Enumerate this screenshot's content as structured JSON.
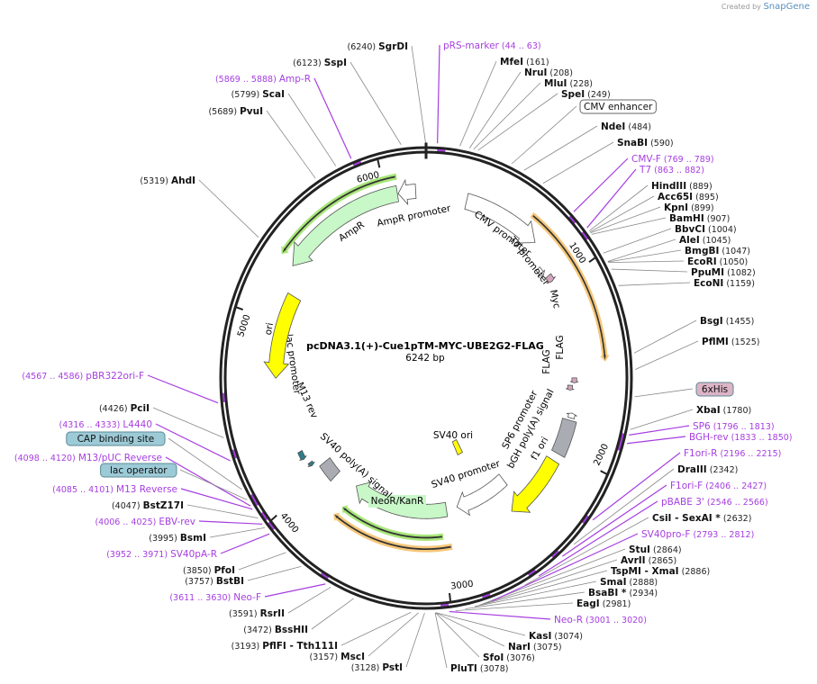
{
  "credit": {
    "prefix": "Created by",
    "brand": "SnapGene"
  },
  "plasmid": {
    "name": "pcDNA3.1(+)-Cue1pTM-MYC-UBE2G2-FLAG",
    "length_label": "6242 bp",
    "length": 6242
  },
  "ticks": [
    "1000",
    "2000",
    "3000",
    "4000",
    "5000",
    "6000"
  ],
  "colors": {
    "enzyme": "#111111",
    "primer": "#a63ee0",
    "ring": "#222222",
    "orange_orf": "#f5c77a",
    "green_orf": "#a8e67a"
  },
  "labels": [
    {
      "name": "SgrDI",
      "loc": "(6240)",
      "bp": 6240,
      "kind": "enzyme"
    },
    {
      "name": "SspI",
      "loc": "(6123)",
      "bp": 6123,
      "kind": "enzyme"
    },
    {
      "name": "Amp-R",
      "loc": "(5869 .. 5888)",
      "bp": 5878,
      "kind": "primer"
    },
    {
      "name": "ScaI",
      "loc": "(5799)",
      "bp": 5799,
      "kind": "enzyme"
    },
    {
      "name": "PvuI",
      "loc": "(5689)",
      "bp": 5689,
      "kind": "enzyme"
    },
    {
      "name": "AhdI",
      "loc": "(5319)",
      "bp": 5319,
      "kind": "enzyme"
    },
    {
      "name": "pBR322ori-F",
      "loc": "(4567 .. 4586)",
      "bp": 4576,
      "kind": "primer"
    },
    {
      "name": "PciI",
      "loc": "(4426)",
      "bp": 4426,
      "kind": "enzyme"
    },
    {
      "name": "L4440",
      "loc": "(4316 .. 4333)",
      "bp": 4324,
      "kind": "primer"
    },
    {
      "name": "CAP binding site",
      "loc": "",
      "bp": 4190,
      "kind": "feature",
      "color": "#9ccad6"
    },
    {
      "name": "M13/pUC Reverse",
      "loc": "(4098 .. 4120)",
      "bp": 4109,
      "kind": "primer"
    },
    {
      "name": "lac operator",
      "loc": "",
      "bp": 4140,
      "kind": "feature",
      "color": "#9ccad6"
    },
    {
      "name": "M13 Reverse",
      "loc": "(4085 .. 4101)",
      "bp": 4093,
      "kind": "primer"
    },
    {
      "name": "BstZ17I",
      "loc": "(4047)",
      "bp": 4047,
      "kind": "enzyme"
    },
    {
      "name": "EBV-rev",
      "loc": "(4006 .. 4025)",
      "bp": 4015,
      "kind": "primer"
    },
    {
      "name": "BsmI",
      "loc": "(3995)",
      "bp": 3995,
      "kind": "enzyme"
    },
    {
      "name": "SV40pA-R",
      "loc": "(3952 .. 3971)",
      "bp": 3961,
      "kind": "primer"
    },
    {
      "name": "PfoI",
      "loc": "(3850)",
      "bp": 3850,
      "kind": "enzyme"
    },
    {
      "name": "BstBI",
      "loc": "(3757)",
      "bp": 3757,
      "kind": "enzyme"
    },
    {
      "name": "Neo-F",
      "loc": "(3611 .. 3630)",
      "bp": 3620,
      "kind": "primer"
    },
    {
      "name": "RsrII",
      "loc": "(3591)",
      "bp": 3591,
      "kind": "enzyme"
    },
    {
      "name": "BssHII",
      "loc": "(3472)",
      "bp": 3472,
      "kind": "enzyme"
    },
    {
      "name": "PflFI  - Tth111I",
      "loc": "(3193)",
      "bp": 3193,
      "kind": "enzyme"
    },
    {
      "name": "MscI",
      "loc": "(3157)",
      "bp": 3157,
      "kind": "enzyme"
    },
    {
      "name": "PstI",
      "loc": "(3128)",
      "bp": 3128,
      "kind": "enzyme"
    },
    {
      "name": "PluTI",
      "loc": "(3078)",
      "bp": 3078,
      "kind": "enzyme"
    },
    {
      "name": "SfoI",
      "loc": "(3076)",
      "bp": 3076,
      "kind": "enzyme"
    },
    {
      "name": "NarI",
      "loc": "(3075)",
      "bp": 3075,
      "kind": "enzyme"
    },
    {
      "name": "KasI",
      "loc": "(3074)",
      "bp": 3074,
      "kind": "enzyme"
    },
    {
      "name": "Neo-R",
      "loc": "(3001 .. 3020)",
      "bp": 3010,
      "kind": "primer"
    },
    {
      "name": "EagI",
      "loc": "(2981)",
      "bp": 2981,
      "kind": "enzyme"
    },
    {
      "name": "BsaBI *",
      "loc": "(2934)",
      "bp": 2934,
      "kind": "enzyme"
    },
    {
      "name": "SmaI",
      "loc": "(2888)",
      "bp": 2888,
      "kind": "enzyme"
    },
    {
      "name": "TspMI  - XmaI",
      "loc": "(2886)",
      "bp": 2886,
      "kind": "enzyme"
    },
    {
      "name": "AvrII",
      "loc": "(2865)",
      "bp": 2865,
      "kind": "enzyme"
    },
    {
      "name": "StuI",
      "loc": "(2864)",
      "bp": 2864,
      "kind": "enzyme"
    },
    {
      "name": "SV40pro-F",
      "loc": "(2793 .. 2812)",
      "bp": 2802,
      "kind": "primer"
    },
    {
      "name": "CsiI  - SexAI *",
      "loc": "(2632)",
      "bp": 2632,
      "kind": "enzyme"
    },
    {
      "name": "pBABE 3'",
      "loc": "(2546 .. 2566)",
      "bp": 2556,
      "kind": "primer"
    },
    {
      "name": "F1ori-F",
      "loc": "(2406 .. 2427)",
      "bp": 2416,
      "kind": "primer"
    },
    {
      "name": "DraIII",
      "loc": "(2342)",
      "bp": 2342,
      "kind": "enzyme"
    },
    {
      "name": "F1ori-R",
      "loc": "(2196 .. 2215)",
      "bp": 2205,
      "kind": "primer"
    },
    {
      "name": "BGH-rev",
      "loc": "(1833 .. 1850)",
      "bp": 1841,
      "kind": "primer"
    },
    {
      "name": "SP6",
      "loc": "(1796 .. 1813)",
      "bp": 1804,
      "kind": "primer"
    },
    {
      "name": "XbaI",
      "loc": "(1780)",
      "bp": 1780,
      "kind": "enzyme"
    },
    {
      "name": "6xHis",
      "loc": "",
      "bp": 1640,
      "kind": "feature",
      "color": "#dcb4c6"
    },
    {
      "name": "PflMI",
      "loc": "(1525)",
      "bp": 1525,
      "kind": "enzyme"
    },
    {
      "name": "BsgI",
      "loc": "(1455)",
      "bp": 1455,
      "kind": "enzyme"
    },
    {
      "name": "EcoNI",
      "loc": "(1159)",
      "bp": 1159,
      "kind": "enzyme"
    },
    {
      "name": "PpuMI",
      "loc": "(1082)",
      "bp": 1082,
      "kind": "enzyme"
    },
    {
      "name": "EcoRI",
      "loc": "(1050)",
      "bp": 1050,
      "kind": "enzyme"
    },
    {
      "name": "BmgBI",
      "loc": "(1047)",
      "bp": 1047,
      "kind": "enzyme"
    },
    {
      "name": "AleI",
      "loc": "(1045)",
      "bp": 1045,
      "kind": "enzyme"
    },
    {
      "name": "BbvCI",
      "loc": "(1004)",
      "bp": 1004,
      "kind": "enzyme"
    },
    {
      "name": "BamHI",
      "loc": "(907)",
      "bp": 907,
      "kind": "enzyme"
    },
    {
      "name": "KpnI",
      "loc": "(899)",
      "bp": 899,
      "kind": "enzyme"
    },
    {
      "name": "Acc65I",
      "loc": "(895)",
      "bp": 895,
      "kind": "enzyme"
    },
    {
      "name": "HindIII",
      "loc": "(889)",
      "bp": 889,
      "kind": "enzyme"
    },
    {
      "name": "T7",
      "loc": "(863 .. 882)",
      "bp": 872,
      "kind": "primer"
    },
    {
      "name": "CMV-F",
      "loc": "(769 .. 789)",
      "bp": 779,
      "kind": "primer"
    },
    {
      "name": "SnaBI",
      "loc": "(590)",
      "bp": 590,
      "kind": "enzyme"
    },
    {
      "name": "NdeI",
      "loc": "(484)",
      "bp": 484,
      "kind": "enzyme"
    },
    {
      "name": "CMV enhancer",
      "loc": "",
      "bp": 420,
      "kind": "feature",
      "color": "#ffffff"
    },
    {
      "name": "SpeI",
      "loc": "(249)",
      "bp": 249,
      "kind": "enzyme"
    },
    {
      "name": "MluI",
      "loc": "(228)",
      "bp": 228,
      "kind": "enzyme"
    },
    {
      "name": "NruI",
      "loc": "(208)",
      "bp": 208,
      "kind": "enzyme"
    },
    {
      "name": "MfeI",
      "loc": "(161)",
      "bp": 161,
      "kind": "enzyme"
    },
    {
      "name": "pRS-marker",
      "loc": "(44 .. 63)",
      "bp": 54,
      "kind": "primer"
    }
  ],
  "features": [
    {
      "name": "CMV promoter",
      "start": 250,
      "end": 730,
      "dir": 1,
      "color": "#ffffff"
    },
    {
      "name": "T7 promoter",
      "start": 850,
      "end": 905,
      "dir": 1,
      "color": "#ffffff"
    },
    {
      "name": "Myc",
      "start": 925,
      "end": 965,
      "dir": 1,
      "color": "#d4a5bd"
    },
    {
      "name": "FLAG",
      "start": 1560,
      "end": 1590,
      "dir": 1,
      "color": "#d4a5bd"
    },
    {
      "name": "FLAG",
      "start": 1605,
      "end": 1635,
      "dir": 1,
      "color": "#d4a5bd"
    },
    {
      "name": "SP6 promoter",
      "start": 1770,
      "end": 1800,
      "dir": -1,
      "color": "#ffffff"
    },
    {
      "name": "bGH poly(A) signal",
      "start": 1815,
      "end": 2030,
      "dir": 0,
      "color": "#a9adb3"
    },
    {
      "name": "f1 ori",
      "start": 2080,
      "end": 2500,
      "dir": 1,
      "color": "#ffff00"
    },
    {
      "name": "SV40 promoter",
      "start": 2420,
      "end": 2860,
      "dir": 1,
      "color": "#ffffff"
    },
    {
      "name": "SV40 ori",
      "start": 2620,
      "end": 2690,
      "dir": 0,
      "color": "#ffff00"
    },
    {
      "name": "NeoR/KanR",
      "start": 2950,
      "end": 3745,
      "dir": 1,
      "color": "#c8f7c8"
    },
    {
      "name": "SV40 poly(A) signal",
      "start": 3920,
      "end": 4050,
      "dir": 0,
      "color": "#a9adb3"
    },
    {
      "name": "M13 rev",
      "start": 4085,
      "end": 4110,
      "dir": -1,
      "color": "#2d7d8a"
    },
    {
      "name": "lac promoter",
      "start": 4150,
      "end": 4205,
      "dir": -1,
      "color": "#2d7d8a"
    },
    {
      "name": "ori",
      "start": 4680,
      "end": 5180,
      "dir": -1,
      "color": "#ffff00"
    },
    {
      "name": "AmpR",
      "start": 5320,
      "end": 6070,
      "dir": -1,
      "color": "#c8f7c8"
    },
    {
      "name": "AmpR promoter",
      "start": 6075,
      "end": 6180,
      "dir": -1,
      "color": "#ffffff"
    }
  ],
  "orfs": [
    {
      "start": 625,
      "end": 1480,
      "dir": 1,
      "color": "#f5c77a"
    },
    {
      "start": 5330,
      "end": 6080,
      "dir": -1,
      "color": "#a8e67a"
    },
    {
      "start": 3000,
      "end": 3750,
      "dir": 1,
      "color": "#a8e67a"
    },
    {
      "start": 2950,
      "end": 3770,
      "dir": 1,
      "color": "#f5c77a"
    }
  ]
}
